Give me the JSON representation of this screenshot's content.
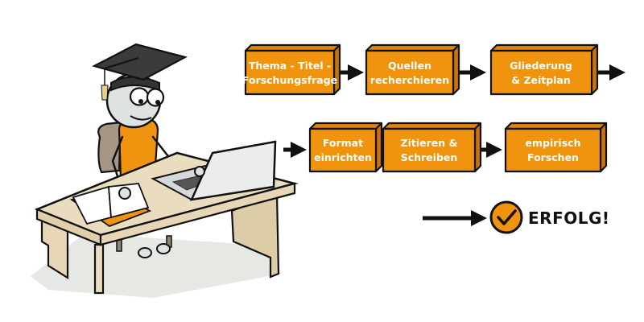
{
  "colors": {
    "box_front": "#f0930e",
    "box_top": "#e0870b",
    "box_side": "#c97308",
    "outline": "#111111",
    "shirt": "#f0930e",
    "head": "#dde2e2",
    "desk": "#eadcbf",
    "desk_dark": "#d8c8a6",
    "floor_shadow": "#e4e6e2",
    "laptop": "#e9eaeb",
    "chair": "#a59783",
    "check_circle": "#f0930e"
  },
  "illustration": {
    "subject": "student-with-graduation-cap-at-desk",
    "items": [
      "graduation-cap",
      "student",
      "chair",
      "desk",
      "open-book",
      "laptop"
    ]
  },
  "process": {
    "row1": [
      {
        "lines": [
          "Thema - Titel -",
          "Forschungsfrage"
        ]
      },
      {
        "lines": [
          "Quellen",
          "recherchieren"
        ]
      },
      {
        "lines": [
          "Gliederung",
          "& Zeitplan"
        ]
      }
    ],
    "row2": [
      {
        "lines": [
          "Format",
          "einrichten"
        ]
      },
      {
        "lines": [
          "Zitieren &",
          "Schreiben"
        ]
      },
      {
        "lines": [
          "empirisch",
          "Forschen"
        ]
      }
    ]
  },
  "result": {
    "label": "ERFOLG!",
    "icon": "check-circle-icon"
  }
}
